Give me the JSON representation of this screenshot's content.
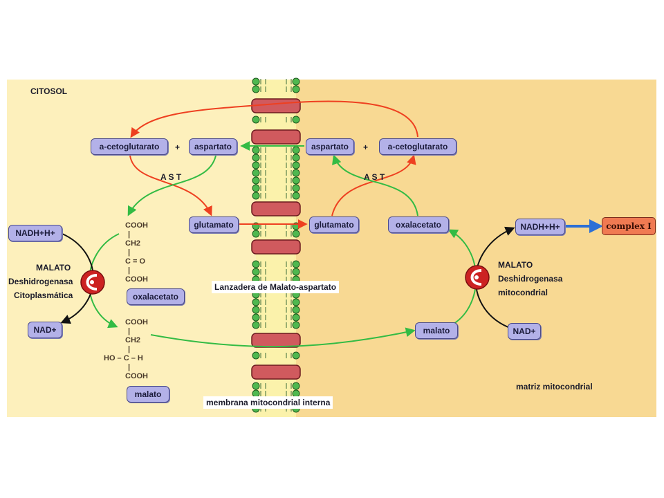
{
  "regions": {
    "cytosol_label": "CITOSOL",
    "matrix_label": "matriz mitocondrial",
    "membrane_label": "membrana mitocondrial interna",
    "shuttle_label": "Lanzadera de Malato-aspartato"
  },
  "cytosol": {
    "a_ketoglutarate": "a-cetoglutarato",
    "aspartate": "aspartato",
    "glutamate": "glutamato",
    "oxaloacetate": "oxalacetato",
    "malate": "malato",
    "nadh": "NADH+H+",
    "nad": "NAD+",
    "ast": "A S T",
    "plus": "+",
    "enzyme_line1": "MALATO",
    "enzyme_line2": "Deshidrogenasa",
    "enzyme_line3": "Citoplasmática",
    "oxaloacetate_structure": [
      "COOH",
      "|",
      "CH2",
      "|",
      "C = O",
      "|",
      "COOH"
    ],
    "malate_structure": [
      "COOH",
      "|",
      "CH2",
      "|",
      "HO – C – H",
      "|",
      "COOH"
    ]
  },
  "matrix": {
    "aspartate": "aspartato",
    "a_ketoglutarate": "a-cetoglutarato",
    "glutamate": "glutamato",
    "oxaloacetate": "oxalacetato",
    "malate": "malato",
    "nadh": "NADH+H+",
    "nad": "NAD+",
    "ast": "A S T",
    "plus": "+",
    "complex": "complex I",
    "enzyme_line1": "MALATO",
    "enzyme_line2": "Deshidrogenasa",
    "enzyme_line3": "mitocondrial"
  },
  "colors": {
    "cytosol_bg": "#fdf0bc",
    "matrix_bg": "#f8d993",
    "box_fill": "#b3b1e8",
    "red_arrow": "#ee4020",
    "green_arrow": "#33bb44",
    "blue_arrow": "#2b6fd6",
    "enzyme": "#cc2222",
    "complex_fill": "#f07a52"
  }
}
